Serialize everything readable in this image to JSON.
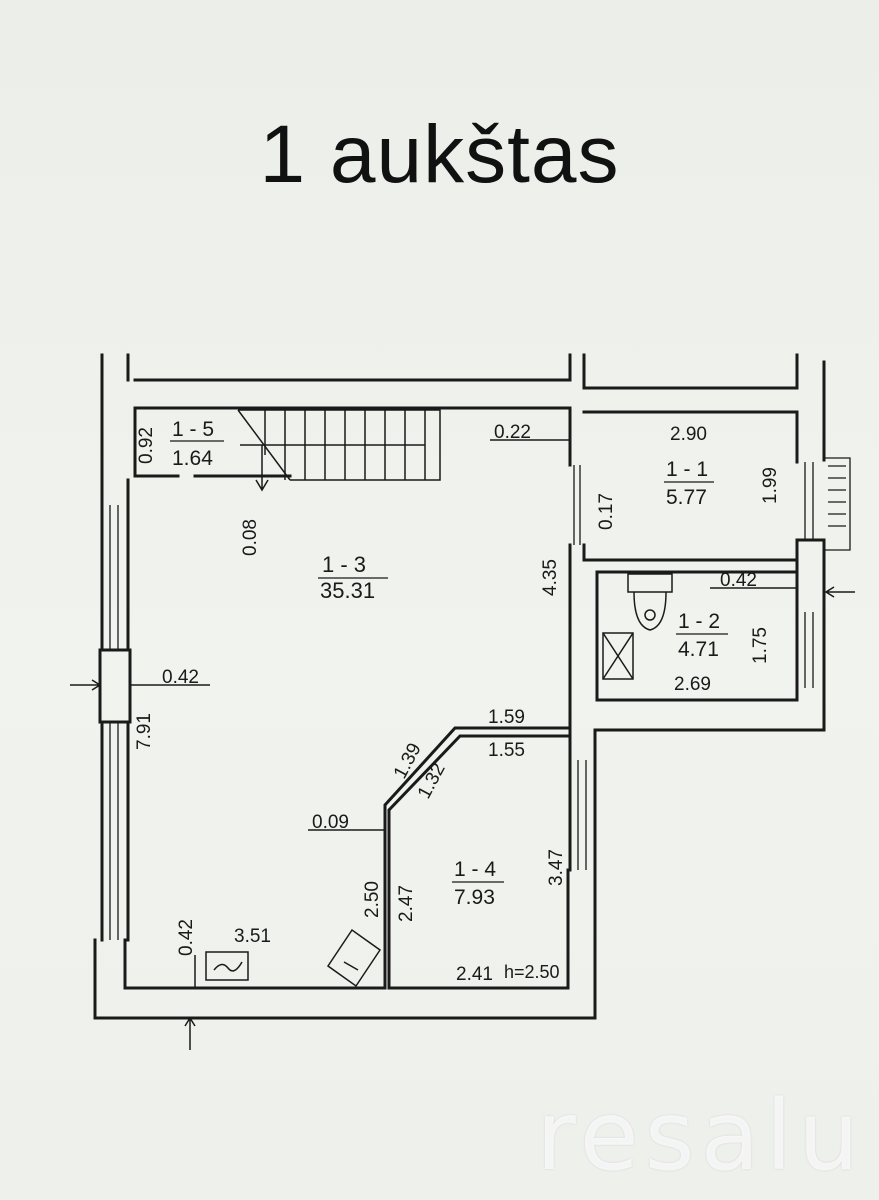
{
  "title": "1 aukštas",
  "rooms": [
    {
      "id": "1 - 5",
      "area": "1.64"
    },
    {
      "id": "1 - 3",
      "area": "35.31"
    },
    {
      "id": "1 - 1",
      "area": "5.77"
    },
    {
      "id": "1 - 2",
      "area": "4.71"
    },
    {
      "id": "1 - 4",
      "area": "7.93"
    }
  ],
  "dimensions": {
    "d092": "0.92",
    "d022": "0.22",
    "d290": "2.90",
    "d199": "1.99",
    "d017": "0.17",
    "d008": "0.08",
    "d435": "4.35",
    "d042_door": "0.42",
    "d175": "1.75",
    "d269": "2.69",
    "d042_left": "0.42",
    "d791": "7.91",
    "d159": "1.59",
    "d155": "1.55",
    "d139": "1.39",
    "d132": "1.32",
    "d009": "0.09",
    "d347": "3.47",
    "d250": "2.50",
    "d247": "2.47",
    "d042_bottom": "0.42",
    "d351": "3.51",
    "d241": "2.41",
    "height": "h=2.50"
  },
  "watermark": "resalu"
}
